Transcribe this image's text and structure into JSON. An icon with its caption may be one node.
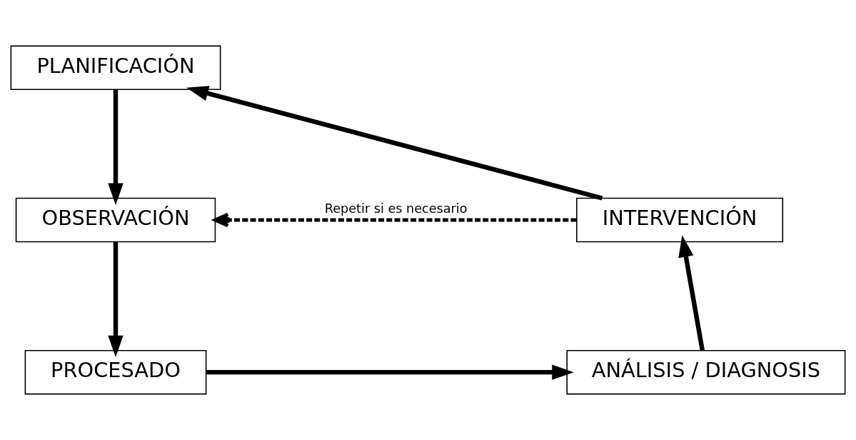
{
  "diagram": {
    "nodes": [
      {
        "text": [
          "PLANIFICACIÓN"
        ]
      },
      {
        "text": [
          "INTERVENCIÓN"
        ]
      },
      {
        "text": [
          "OBSERVACIÓN"
        ]
      },
      {
        "text": [
          "ANÁLISIS / DIAGNOSIS"
        ]
      },
      {
        "text": [
          "PROCESADO"
        ]
      }
    ],
    "edges": [
      {
        "from": 1,
        "to": 0,
        "arrow": "to"
      },
      {
        "from": 0,
        "to": 2,
        "arrow": "to"
      },
      {
        "from": 2,
        "to": 4,
        "arrow": "to"
      },
      {
        "from": 4,
        "to": 3,
        "arrow": "to"
      },
      {
        "from": 3,
        "to": 1,
        "arrow": "to"
      },
      {
        "from": 1,
        "to": 2,
        "arrow": "to",
        "style": "dashed",
        "label": "Repetir si es necesario"
      }
    ]
  }
}
